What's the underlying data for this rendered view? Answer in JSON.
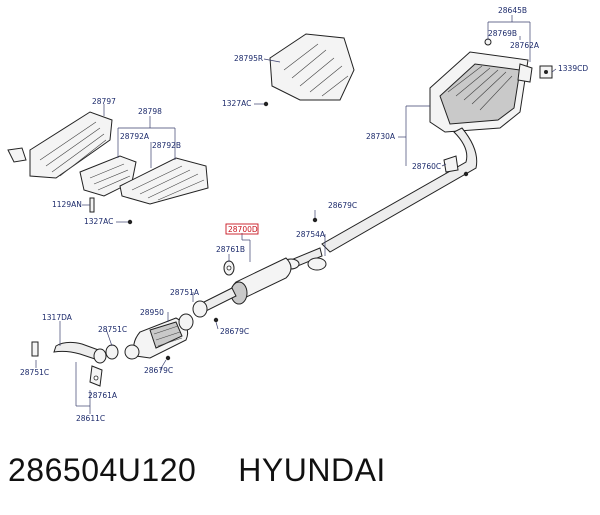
{
  "labels": {
    "l28645B": "28645B",
    "l28769B": "28769B",
    "l28762A": "28762A",
    "l1339CD": "1339CD",
    "l28795R": "28795R",
    "l1327AC_top": "1327AC",
    "l28797": "28797",
    "l28798": "28798",
    "l28792A": "28792A",
    "l28792B": "28792B",
    "l28730A": "28730A",
    "l28760C": "28760C",
    "l1129AN": "1129AN",
    "l1327AC_low": "1327AC",
    "l28679C_top": "28679C",
    "l28700D": "28700D",
    "l28754A": "28754A",
    "l28761B": "28761B",
    "l28751A": "28751A",
    "l28950": "28950",
    "l28679C_mid": "28679C",
    "l1317DA": "1317DA",
    "l28751C_up": "28751C",
    "l28679C_low": "28679C",
    "l28751C_low": "28751C",
    "l28761A": "28761A",
    "l28611C": "28611C"
  },
  "caption": {
    "part_number": "286504U120",
    "brand": "HYUNDAI"
  },
  "colors": {
    "label_blue": "#1c2a6b",
    "highlight_red": "#c8141e"
  }
}
